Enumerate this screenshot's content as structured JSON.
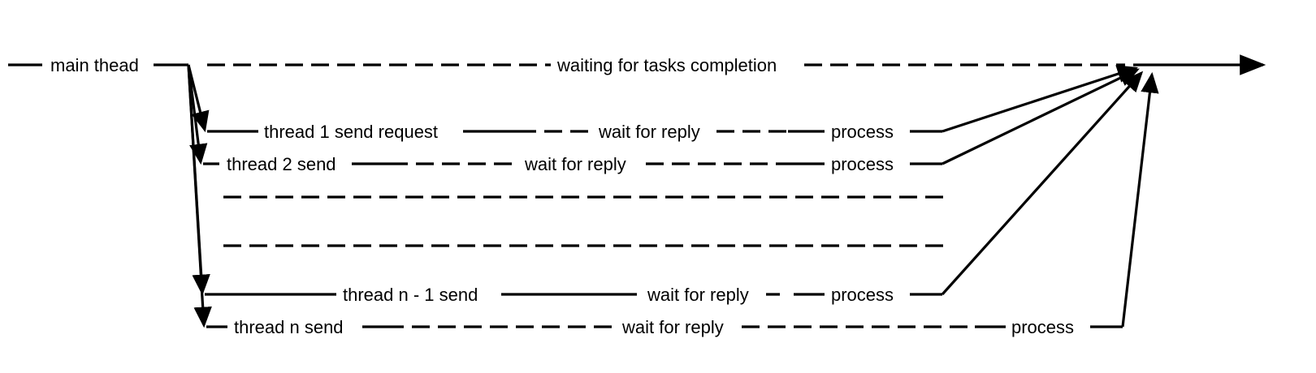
{
  "main": {
    "label": "main thead",
    "waiting_label": "waiting for tasks completion"
  },
  "threads": [
    {
      "send": "thread 1 send request",
      "wait": "wait for reply",
      "process": "process"
    },
    {
      "send": "thread 2 send",
      "wait": "wait for reply",
      "process": "process"
    },
    {
      "send": "thread n - 1 send",
      "wait": "wait for reply",
      "process": "process"
    },
    {
      "send": "thread n send",
      "wait": "wait for reply",
      "process": "process"
    }
  ]
}
